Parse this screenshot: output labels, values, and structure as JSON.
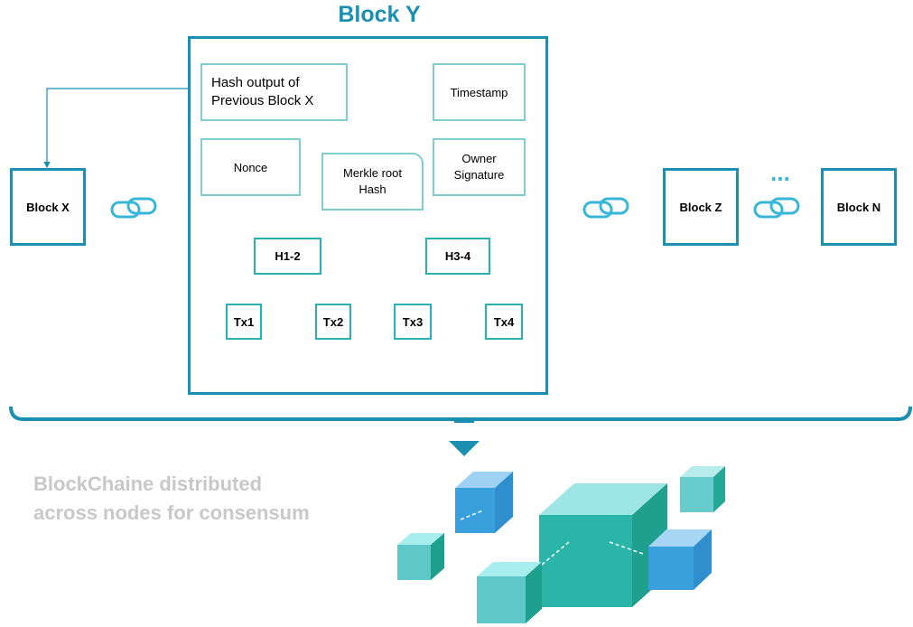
{
  "diagram": {
    "title": "Block Y",
    "fields": {
      "prev_hash": "Hash output of\nPrevious Block X",
      "timestamp": "Timestamp",
      "nonce": "Nonce",
      "owner_signature": "Owner\nSignature",
      "merkle_root": "Merkle root\nHash"
    },
    "merkle_nodes": {
      "h12": "H1-2",
      "h34": "H3-4",
      "tx1": "Tx1",
      "tx2": "Tx2",
      "tx3": "Tx3",
      "tx4": "Tx4"
    },
    "blocks": {
      "block_x": "Block X",
      "block_z": "Block Z",
      "block_n": "Block N",
      "ellipsis": "..."
    },
    "tagline_line1": "BlockChaine distributed",
    "tagline_line2": "across nodes for consensum",
    "colors": {
      "primary": "#1a8fb2",
      "light_teal": "#7fcfcf",
      "cube_teal": "#2bb5a8",
      "cube_blue": "#3aa0dd",
      "tagline_gray": "#c8c8c8"
    },
    "icons": [
      "chain-link-icon",
      "arrow-down-icon",
      "cube-icon"
    ]
  }
}
